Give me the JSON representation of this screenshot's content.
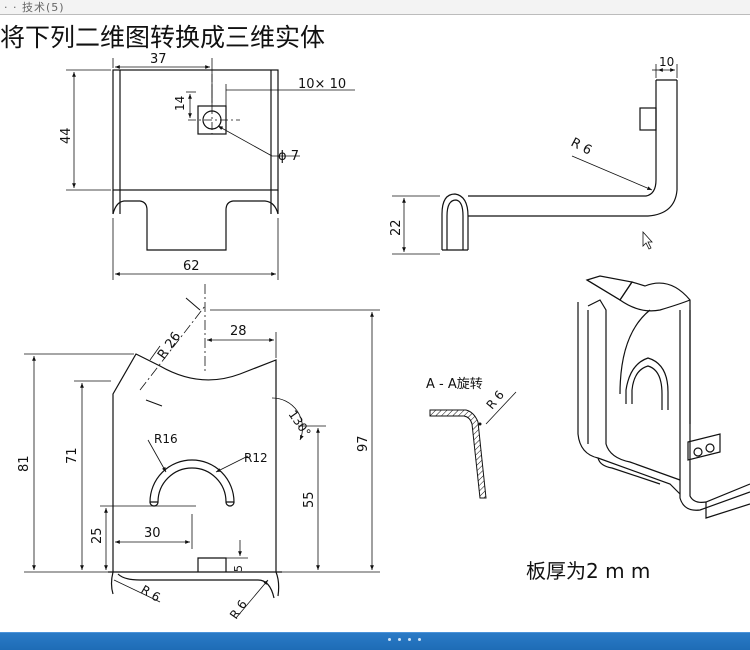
{
  "title": "将下列二维图转换成三维实体",
  "top_fragment": "·   ·  技术(5)",
  "labels": {
    "d37": "37",
    "d10x10": "10× 10",
    "d14": "14",
    "d44": "44",
    "dphi7": "ϕ 7",
    "d62": "62",
    "d10": "10",
    "dr6_top": "R 6",
    "d22": "22",
    "dr26": "R 26",
    "d28": "28",
    "d130": "130°",
    "dr16": "R16",
    "dr12": "R12",
    "d81": "81",
    "d71": "71",
    "d97": "97",
    "d55": "55",
    "d25": "25",
    "d30": "30",
    "d5": "5",
    "dr6_bl": "R 6",
    "dr6_br": "R 6",
    "section_label": "A - A旋转",
    "dr6_sec": "R 6",
    "thickness_note": "板厚为2 m m"
  }
}
